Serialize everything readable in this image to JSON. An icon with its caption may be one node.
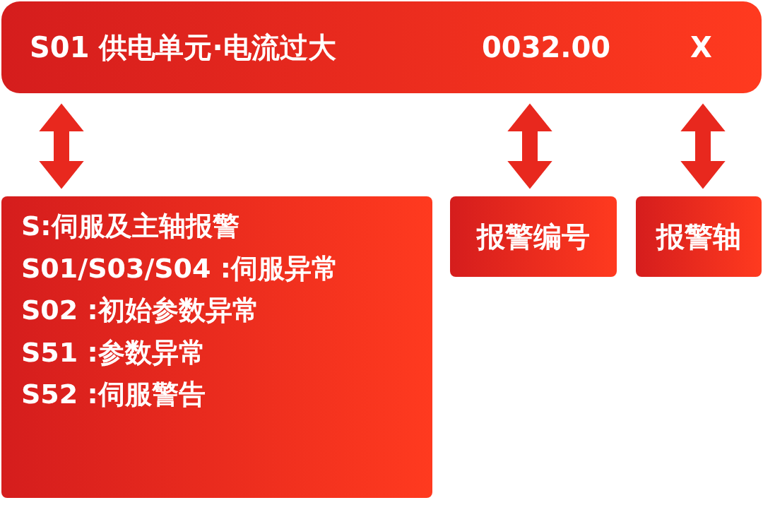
{
  "diagram": {
    "nodes": [
      {
        "text": [],
        "shape": "bar"
      },
      {
        "text": [
          "S01 供电单元·电流过大"
        ],
        "in": 0
      },
      {
        "text": [
          "0032.00"
        ],
        "in": 0
      },
      {
        "text": [
          "X"
        ],
        "in": 0
      },
      {
        "text": [
          "S:伺服及主轴报警",
          "S01/S03/S04 :伺服异常",
          "S02 :初始参数异常",
          "S51 :参数异常",
          "S52 :伺服警告"
        ]
      },
      {
        "text": [
          "报警编号"
        ]
      },
      {
        "text": [
          "报警轴"
        ]
      }
    ],
    "edges": [
      {
        "from": 1,
        "to": 4,
        "arrow": "both"
      },
      {
        "from": 2,
        "to": 5,
        "arrow": "both"
      },
      {
        "from": 3,
        "to": 6,
        "arrow": "both"
      }
    ]
  }
}
